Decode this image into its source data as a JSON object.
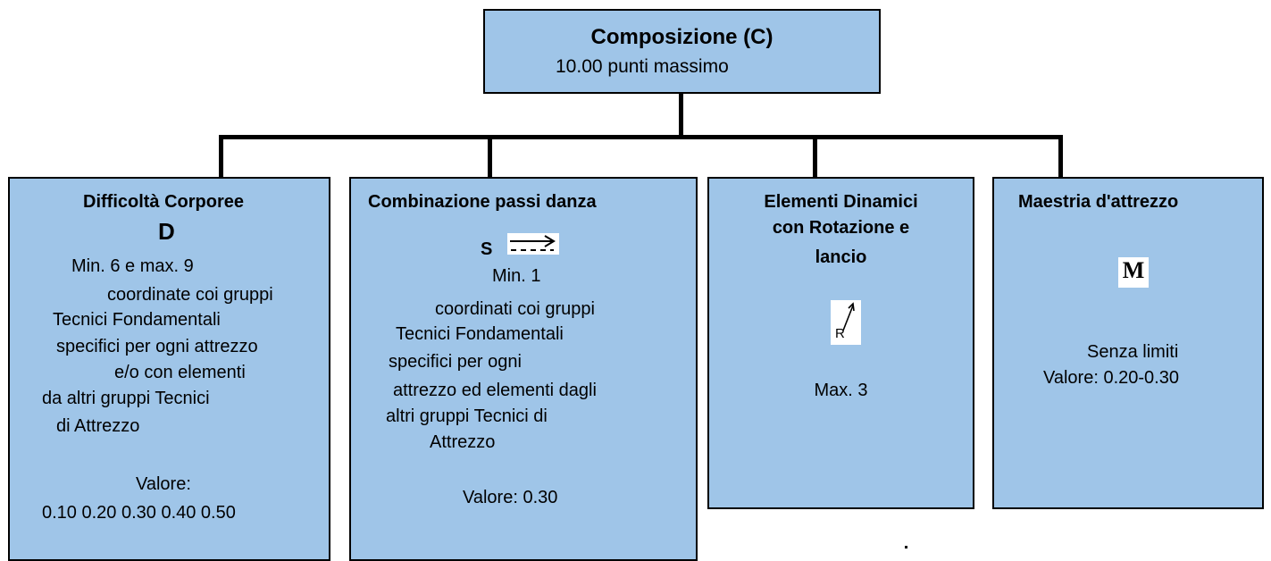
{
  "root": {
    "title": "Composizione (C)",
    "subtitle": "10.00 punti massimo"
  },
  "boxes": [
    {
      "title": "Difficoltà Corporee",
      "symbol": "D",
      "lines": [
        "Min. 6 e max. 9",
        "coordinate coi gruppi",
        "Tecnici Fondamentali",
        "specifici per ogni attrezzo",
        "e/o con elementi",
        "da altri gruppi Tecnici",
        "di Attrezzo",
        "Valore:",
        "0.10 0.20 0.30 0.40 0.50"
      ]
    },
    {
      "title": "Combinazione passi danza",
      "symbol": "S",
      "lines": [
        "Min. 1",
        "coordinati coi gruppi",
        "Tecnici Fondamentali",
        "specifici per ogni",
        "attrezzo ed elementi dagli",
        "altri gruppi Tecnici di",
        "Attrezzo",
        "Valore: 0.30"
      ]
    },
    {
      "title_lines": [
        "Elementi Dinamici",
        "con Rotazione e",
        "lancio"
      ],
      "symbol": "R",
      "lines": [
        "Max. 3"
      ]
    },
    {
      "title": "Maestria d'attrezzo",
      "symbol": "M",
      "lines": [
        "Senza limiti",
        "Valore: 0.20-0.30"
      ]
    }
  ],
  "colors": {
    "box_fill": "#9fc5e8",
    "stroke": "#000000"
  }
}
